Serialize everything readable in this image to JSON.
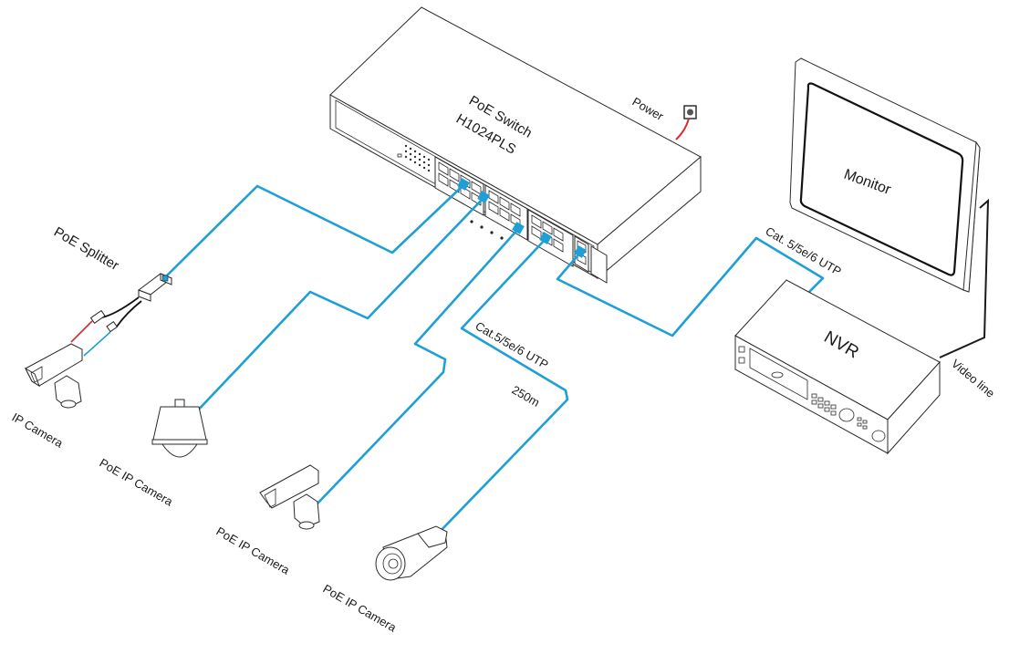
{
  "switch": {
    "name": "PoE Switch",
    "model": "H1024PLS",
    "power_label": "Power",
    "ellipsis": ". . . ."
  },
  "splitter": {
    "label": "PoE Splitter"
  },
  "devices": {
    "ip_camera": "IP Camera",
    "dome_camera": "PoE IP Camera",
    "box_camera": "PoE IP Camera",
    "bullet_camera": "PoE IP Camera",
    "monitor": "Monitor",
    "nvr": "NVR"
  },
  "cables": {
    "camera_utp": "Cat.5/5e/6 UTP",
    "camera_distance": "250m",
    "nvr_utp": "Cat. 5/5e/6 UTP",
    "video_line": "Video line"
  },
  "colors": {
    "ethernet": "#1e9fd6",
    "power": "#e0262b",
    "video": "#1a1a1a",
    "port_plug": "#1e9fd6"
  }
}
